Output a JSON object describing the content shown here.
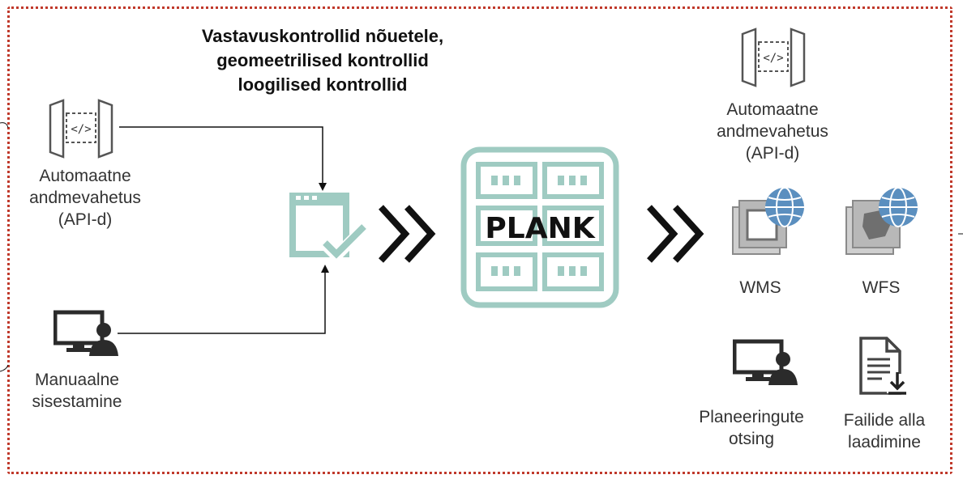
{
  "title": {
    "line1": "Vastavuskontrollid nõuetele,",
    "line2": "geomeetrilised kontrollid",
    "line3": "loogilised kontrollid"
  },
  "inputs": {
    "api": {
      "line1": "Automaatne",
      "line2": "andmevahetus",
      "line3": "(API-d)",
      "icon": "api-icon"
    },
    "manual": {
      "line1": "Manuaalne",
      "line2": "sisestamine",
      "icon": "user-computer-icon"
    }
  },
  "validation": {
    "icon": "window-check-icon"
  },
  "center": {
    "label": "PLANK",
    "icon": "database-grid-icon"
  },
  "outputs": {
    "api": {
      "line1": "Automaatne",
      "line2": "andmevahetus",
      "line3": "(API-d)",
      "icon": "api-icon"
    },
    "wms": {
      "label": "WMS",
      "icon": "wms-globe-icon"
    },
    "wfs": {
      "label": "WFS",
      "icon": "wfs-globe-icon"
    },
    "search": {
      "line1": "Planeeringute",
      "line2": "otsing",
      "icon": "user-computer-icon"
    },
    "download": {
      "line1": "Failide alla",
      "line2": "laadimine",
      "icon": "file-download-icon"
    }
  },
  "colors": {
    "frame": "#c0392b",
    "accent": "#9fcbc2",
    "icon_dark": "#2b2b2b",
    "icon_grey": "#8a8a8a",
    "globe": "#5b8fbf"
  }
}
